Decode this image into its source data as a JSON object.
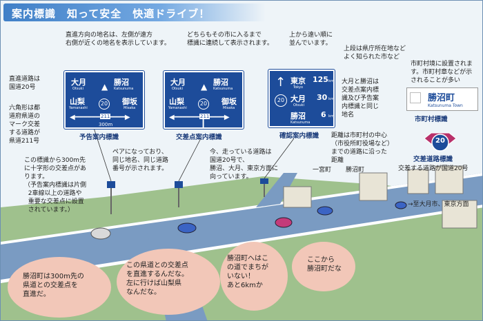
{
  "title": "案内標識　知って安全　快適ドライブ！",
  "notes": {
    "left_right": "直進方向の地名は、左側が遠方\n右側が近くの地名を表示しています。",
    "continuous": "どちらもその市に入るまで\n標識に連続して表示されます。",
    "order": "上から遠い順に\n並んでいます。",
    "upper": "上段は県庁所在地など\nよく知られた市など",
    "national_road": "直進道路は\n国道20号",
    "hexagon": "六角形は都\n道府県道の\nマーク交差\nする道路が\n県道211号",
    "distance_300": "この標識から300m先\nに十字形の交差点があ\nります。\n（予告案内標識は片側\n  2車線以上の道路や\n  重要な交差点に設置\n  されています。）",
    "pair": "ペアになっており、\n同じ地名、同じ道路\n番号が示されます。",
    "current_road": "今、走っている道路は\n国道20号で、\n勝沼、大月、東京方面に\n向っています。",
    "same_sign": "大月と勝沼は\n交差点案内標\n識及び予告案\n内標識と同じ\n地名",
    "distance_center": "距離は市町村の中心\n（市役所町役場など）\nまでの道路に沿った\n距離",
    "boundary": "市町村境に設置されま\nす。市町村章などが示\nされることが多い",
    "cross_road": "交差する道路が国道20号",
    "direction": "→至大月市、東京方面"
  },
  "signs": {
    "preview": {
      "top_left": "大月",
      "top_left_roman": "Otsuki",
      "top_right": "勝沼",
      "top_right_roman": "Katsunuma",
      "mid_left": "山梨",
      "mid_left_roman": "Yamanashi",
      "mid_right": "御坂",
      "mid_right_roman": "Misaka",
      "route": "20",
      "hex": "211",
      "distance": "300m"
    },
    "intersection": {
      "top_left": "大月",
      "top_left_roman": "Otsuki",
      "top_right": "勝沼",
      "top_right_roman": "Katsunuma",
      "mid_left": "山梨",
      "mid_left_roman": "Yamanashi",
      "mid_right": "御坂",
      "mid_right_roman": "Misaka",
      "route": "20",
      "hex": "211"
    },
    "confirm": {
      "r1": "東京",
      "r1_roman": "Tokyo",
      "r1_km": "125",
      "r2": "大月",
      "r2_roman": "Otsuki",
      "r2_km": "30",
      "r3": "勝沼",
      "r3_roman": "Katsunuma",
      "r3_km": "6",
      "km": "km",
      "route": "20"
    },
    "boundary": {
      "name": "勝沼町",
      "roman": "Katsunuma Town"
    },
    "road_route": {
      "route": "20"
    }
  },
  "captions": {
    "preview": "予告案内標識",
    "intersection": "交差点案内標識",
    "confirm": "確認案内標識",
    "boundary": "市町村標識",
    "road_route": "交差道路標識"
  },
  "scene": {
    "ichinomiya": "一宮町",
    "katsunuma": "勝沼町"
  },
  "bubbles": {
    "b1": "勝沼町は300m先の\n県道との交差点を\n直進だ。",
    "b2": "この県道との交差点\nを直進するんだな。\n左に行けば山梨県\nなんだな。",
    "b3": "勝沼町へはこ\nの道でまちが\nいない！\nあと6kmか",
    "b4": "ここから\n勝沼町だな"
  },
  "colors": {
    "sign_blue": "#1d4c9a",
    "bubble": "#f2c7b8",
    "title": "#3f7fc7"
  }
}
